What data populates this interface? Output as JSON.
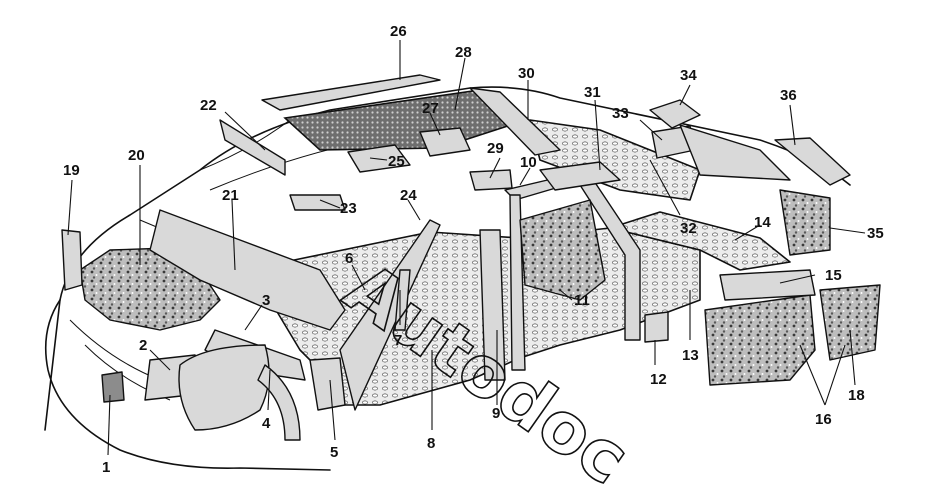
{
  "diagram": {
    "watermark": "Autodoc",
    "callouts": [
      {
        "id": "1",
        "text": "1"
      },
      {
        "id": "2",
        "text": "2"
      },
      {
        "id": "3",
        "text": "3"
      },
      {
        "id": "4",
        "text": "4"
      },
      {
        "id": "5",
        "text": "5"
      },
      {
        "id": "6",
        "text": "6"
      },
      {
        "id": "7",
        "text": "7"
      },
      {
        "id": "8",
        "text": "8"
      },
      {
        "id": "9",
        "text": "9"
      },
      {
        "id": "10",
        "text": "10"
      },
      {
        "id": "11",
        "text": "11"
      },
      {
        "id": "12",
        "text": "12"
      },
      {
        "id": "13",
        "text": "13"
      },
      {
        "id": "14",
        "text": "14"
      },
      {
        "id": "15",
        "text": "15"
      },
      {
        "id": "16",
        "text": "16"
      },
      {
        "id": "18",
        "text": "18"
      },
      {
        "id": "19",
        "text": "19"
      },
      {
        "id": "20",
        "text": "20"
      },
      {
        "id": "21",
        "text": "21"
      },
      {
        "id": "22",
        "text": "22"
      },
      {
        "id": "23",
        "text": "23"
      },
      {
        "id": "24",
        "text": "24"
      },
      {
        "id": "25",
        "text": "25"
      },
      {
        "id": "26",
        "text": "26"
      },
      {
        "id": "27",
        "text": "27"
      },
      {
        "id": "28",
        "text": "28"
      },
      {
        "id": "29",
        "text": "29"
      },
      {
        "id": "30",
        "text": "30"
      },
      {
        "id": "31",
        "text": "31"
      },
      {
        "id": "32",
        "text": "32"
      },
      {
        "id": "33",
        "text": "33"
      },
      {
        "id": "34",
        "text": "34"
      },
      {
        "id": "35",
        "text": "35"
      },
      {
        "id": "36",
        "text": "36"
      }
    ]
  }
}
